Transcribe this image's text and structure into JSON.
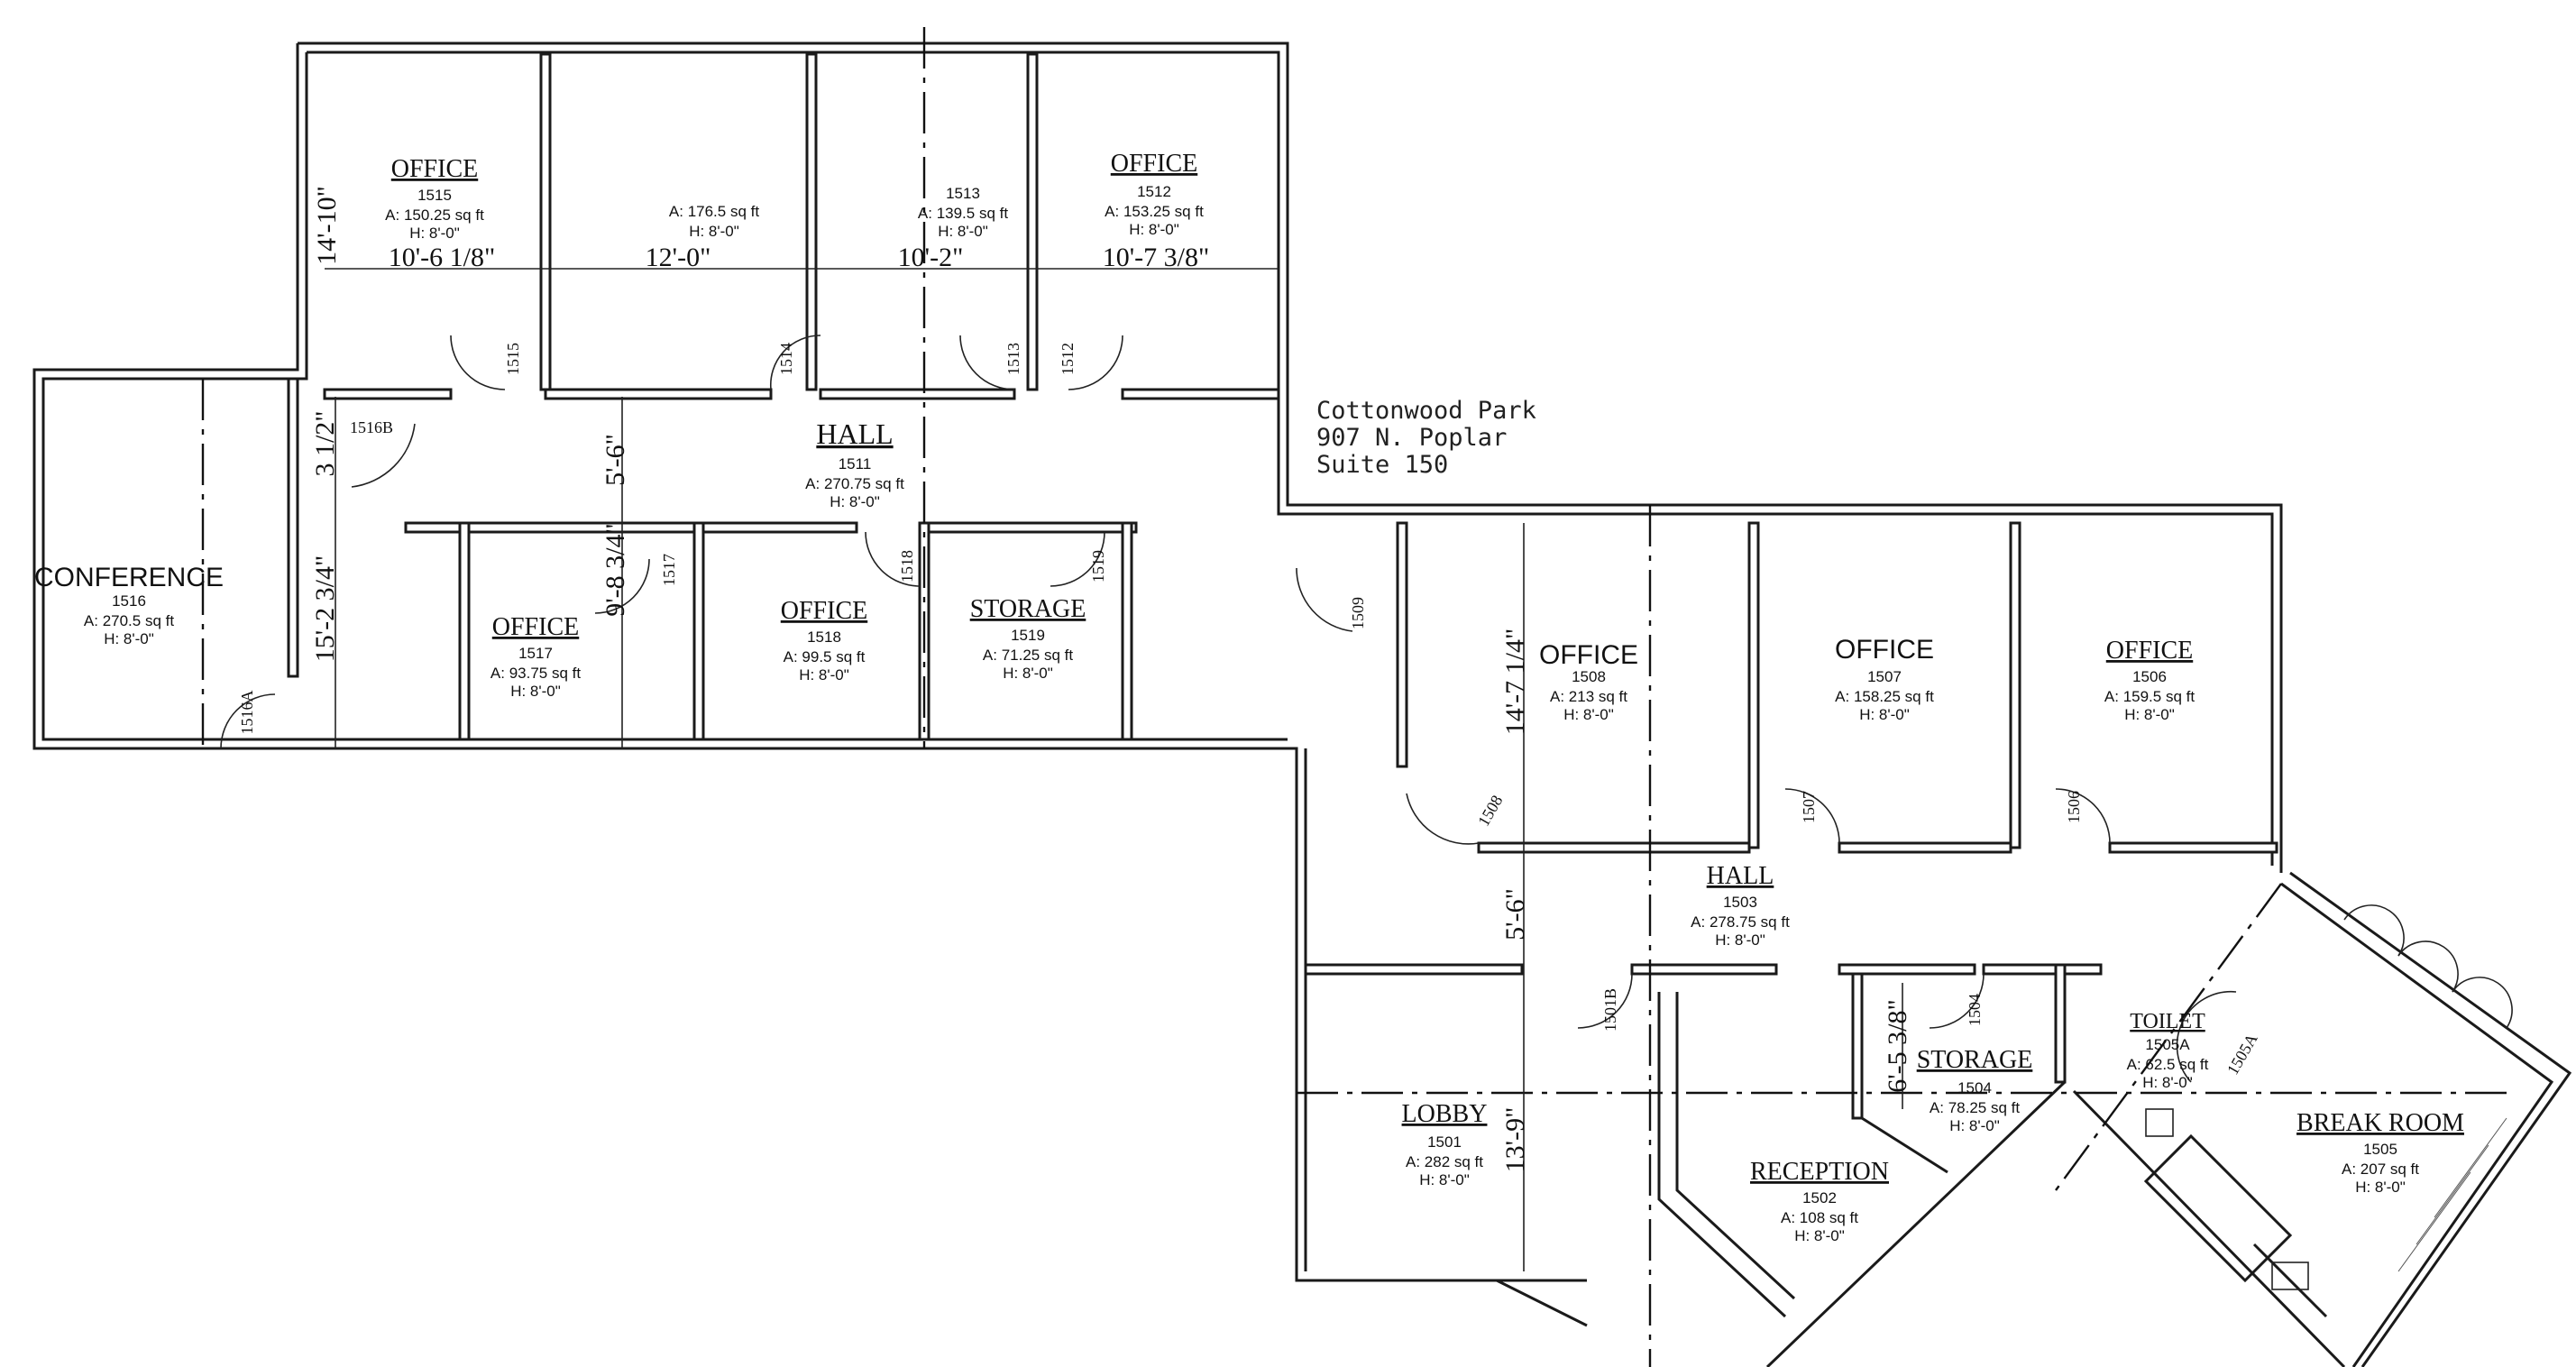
{
  "address": {
    "line1": "Cottonwood Park",
    "line2": "907 N. Poplar",
    "line3": "Suite 150"
  },
  "rooms": {
    "r1515": {
      "name": "OFFICE",
      "number": "1515",
      "area": "A: 150.25 sq ft",
      "height": "H: 8'-0\""
    },
    "r1514": {
      "area": "A: 176.5 sq ft",
      "height": "H: 8'-0\""
    },
    "r1513": {
      "number": "1513",
      "area": "A: 139.5 sq ft",
      "height": "H: 8'-0\""
    },
    "r1512": {
      "name": "OFFICE",
      "number": "1512",
      "area": "A: 153.25 sq ft",
      "height": "H: 8'-0\""
    },
    "r1511": {
      "name": "HALL",
      "number": "1511",
      "area": "A: 270.75 sq ft",
      "height": "H: 8'-0\""
    },
    "r1516": {
      "name": "CONFERENCE",
      "number": "1516",
      "area": "A: 270.5 sq ft",
      "height": "H: 8'-0\""
    },
    "r1517": {
      "name": "OFFICE",
      "number": "1517",
      "area": "A: 93.75 sq ft",
      "height": "H: 8'-0\""
    },
    "r1518": {
      "name": "OFFICE",
      "number": "1518",
      "area": "A: 99.5 sq ft",
      "height": "H: 8'-0\""
    },
    "r1519": {
      "name": "STORAGE",
      "number": "1519",
      "area": "A: 71.25 sq ft",
      "height": "H: 8'-0\""
    },
    "r1508": {
      "name": "OFFICE",
      "number": "1508",
      "area": "A: 213 sq ft",
      "height": "H: 8'-0\""
    },
    "r1507": {
      "name": "OFFICE",
      "number": "1507",
      "area": "A: 158.25 sq ft",
      "height": "H: 8'-0\""
    },
    "r1506": {
      "name": "OFFICE",
      "number": "1506",
      "area": "A: 159.5 sq ft",
      "height": "H: 8'-0\""
    },
    "r1503": {
      "name": "HALL",
      "number": "1503",
      "area": "A: 278.75 sq ft",
      "height": "H: 8'-0\""
    },
    "r1501": {
      "name": "LOBBY",
      "number": "1501",
      "area": "A: 282 sq ft",
      "height": "H: 8'-0\""
    },
    "r1502": {
      "name": "RECEPTION",
      "number": "1502",
      "area": "A: 108 sq ft",
      "height": "H: 8'-0\""
    },
    "r1504": {
      "name": "STORAGE",
      "number": "1504",
      "area": "A: 78.25 sq ft",
      "height": "H: 8'-0\""
    },
    "r1505A": {
      "name": "TOILET",
      "number": "1505A",
      "area": "A: 62.5 sq ft",
      "height": "H: 8'-0\""
    },
    "r1505": {
      "name": "BREAK ROOM",
      "number": "1505",
      "area": "A: 207 sq ft",
      "height": "H: 8'-0\""
    }
  },
  "dimensions": {
    "d1": "14'-10\"",
    "d2": "10'-6 1/8\"",
    "d3": "12'-0\"",
    "d4": "10'-2\"",
    "d5": "10'-7 3/8\"",
    "d6": "3 1/2\"",
    "d7": "15'-2 3/4\"",
    "d8": "5'-6\"",
    "d9": "9'-8 3/4\"",
    "d10": "14'-7 1/4\"",
    "d11": "5'-6\"",
    "d12": "13'-9\"",
    "d13": "6'-5 3/8\""
  },
  "doors": {
    "d1515": "1515",
    "d1514": "1514",
    "d1513": "1513",
    "d1512": "1512",
    "d1516B": "1516B",
    "d1516A": "1516A",
    "d1517": "1517",
    "d1518": "1518",
    "d1519": "1519",
    "d1509": "1509",
    "d1508": "1508",
    "d1507": "1507",
    "d1506": "1506",
    "d1501B": "1501B",
    "d1504": "1504",
    "d1505A": "1505A"
  }
}
